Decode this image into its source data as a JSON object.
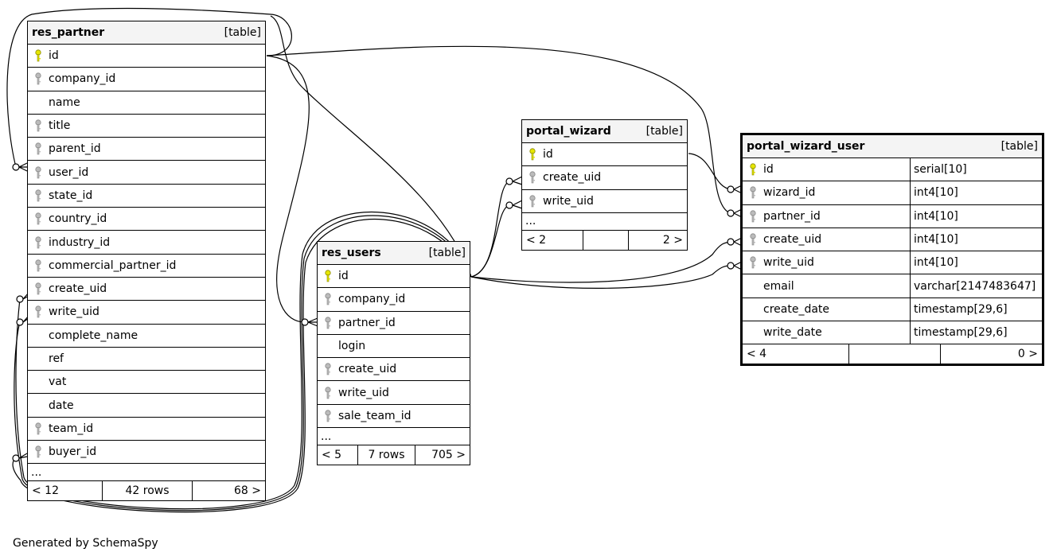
{
  "credit": "Generated by SchemaSpy",
  "tables": {
    "res_partner": {
      "name": "res_partner",
      "kind": "[table]",
      "columns": [
        {
          "name": "id",
          "key": "pk"
        },
        {
          "name": "company_id",
          "key": "fk"
        },
        {
          "name": "name",
          "key": ""
        },
        {
          "name": "title",
          "key": "fk"
        },
        {
          "name": "parent_id",
          "key": "fk"
        },
        {
          "name": "user_id",
          "key": "fk"
        },
        {
          "name": "state_id",
          "key": "fk"
        },
        {
          "name": "country_id",
          "key": "fk"
        },
        {
          "name": "industry_id",
          "key": "fk"
        },
        {
          "name": "commercial_partner_id",
          "key": "fk"
        },
        {
          "name": "create_uid",
          "key": "fk"
        },
        {
          "name": "write_uid",
          "key": "fk"
        },
        {
          "name": "complete_name",
          "key": ""
        },
        {
          "name": "ref",
          "key": ""
        },
        {
          "name": "vat",
          "key": ""
        },
        {
          "name": "date",
          "key": ""
        },
        {
          "name": "team_id",
          "key": "fk"
        },
        {
          "name": "buyer_id",
          "key": "fk"
        }
      ],
      "more": "...",
      "footer": [
        "< 12",
        "42 rows",
        "68 >"
      ]
    },
    "res_users": {
      "name": "res_users",
      "kind": "[table]",
      "columns": [
        {
          "name": "id",
          "key": "pk"
        },
        {
          "name": "company_id",
          "key": "fk"
        },
        {
          "name": "partner_id",
          "key": "fk"
        },
        {
          "name": "login",
          "key": ""
        },
        {
          "name": "create_uid",
          "key": "fk"
        },
        {
          "name": "write_uid",
          "key": "fk"
        },
        {
          "name": "sale_team_id",
          "key": "fk"
        }
      ],
      "more": "...",
      "footer": [
        "< 5",
        "7 rows",
        "705 >"
      ]
    },
    "portal_wizard": {
      "name": "portal_wizard",
      "kind": "[table]",
      "columns": [
        {
          "name": "id",
          "key": "pk"
        },
        {
          "name": "create_uid",
          "key": "fk"
        },
        {
          "name": "write_uid",
          "key": "fk"
        }
      ],
      "more": "...",
      "footer": [
        "< 2",
        "",
        "2 >"
      ]
    },
    "portal_wizard_user": {
      "name": "portal_wizard_user",
      "kind": "[table]",
      "columns": [
        {
          "name": "id",
          "key": "pk",
          "type": "serial[10]"
        },
        {
          "name": "wizard_id",
          "key": "fk",
          "type": "int4[10]"
        },
        {
          "name": "partner_id",
          "key": "fk",
          "type": "int4[10]"
        },
        {
          "name": "create_uid",
          "key": "fk",
          "type": "int4[10]"
        },
        {
          "name": "write_uid",
          "key": "fk",
          "type": "int4[10]"
        },
        {
          "name": "email",
          "key": "",
          "type": "varchar[2147483647]"
        },
        {
          "name": "create_date",
          "key": "",
          "type": "timestamp[29,6]"
        },
        {
          "name": "write_date",
          "key": "",
          "type": "timestamp[29,6]"
        }
      ],
      "footer": [
        "< 4",
        "",
        "0 >"
      ]
    }
  }
}
